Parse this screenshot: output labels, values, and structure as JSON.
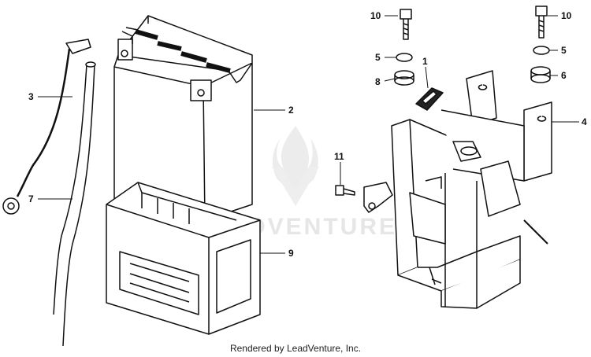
{
  "diagram": {
    "callouts": [
      {
        "id": "c10a",
        "label": "10"
      },
      {
        "id": "c10b",
        "label": "10"
      },
      {
        "id": "c5a",
        "label": "5"
      },
      {
        "id": "c5b",
        "label": "5"
      },
      {
        "id": "c1",
        "label": "1"
      },
      {
        "id": "c8",
        "label": "8"
      },
      {
        "id": "c6",
        "label": "6"
      },
      {
        "id": "c3",
        "label": "3"
      },
      {
        "id": "c2",
        "label": "2"
      },
      {
        "id": "c4",
        "label": "4"
      },
      {
        "id": "c11",
        "label": "11"
      },
      {
        "id": "c7",
        "label": "7"
      },
      {
        "id": "c9",
        "label": "9"
      }
    ],
    "watermark": "LEADVENTURE"
  },
  "footer": {
    "text": "Rendered by LeadVenture, Inc."
  },
  "colors": {
    "ink": "#111111",
    "watermark": "#e6e6e6",
    "background": "#ffffff"
  }
}
